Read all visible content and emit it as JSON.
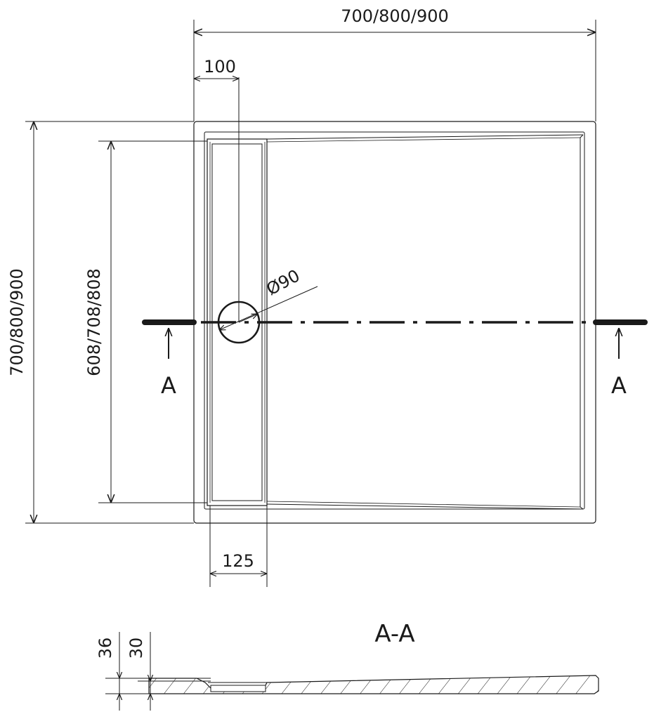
{
  "plan_view": {
    "width_dimension": "700/800/900",
    "length_dimension": "700/800/900",
    "inner_length_dimension": "608/708/808",
    "drain_offset_dimension": "100",
    "channel_width_dimension": "125",
    "drain_diameter_dimension": "Ø90",
    "section_marker_left": "A",
    "section_marker_right": "A"
  },
  "section_view": {
    "title": "A-A",
    "total_height_dimension": "36",
    "tray_height_dimension": "30"
  }
}
